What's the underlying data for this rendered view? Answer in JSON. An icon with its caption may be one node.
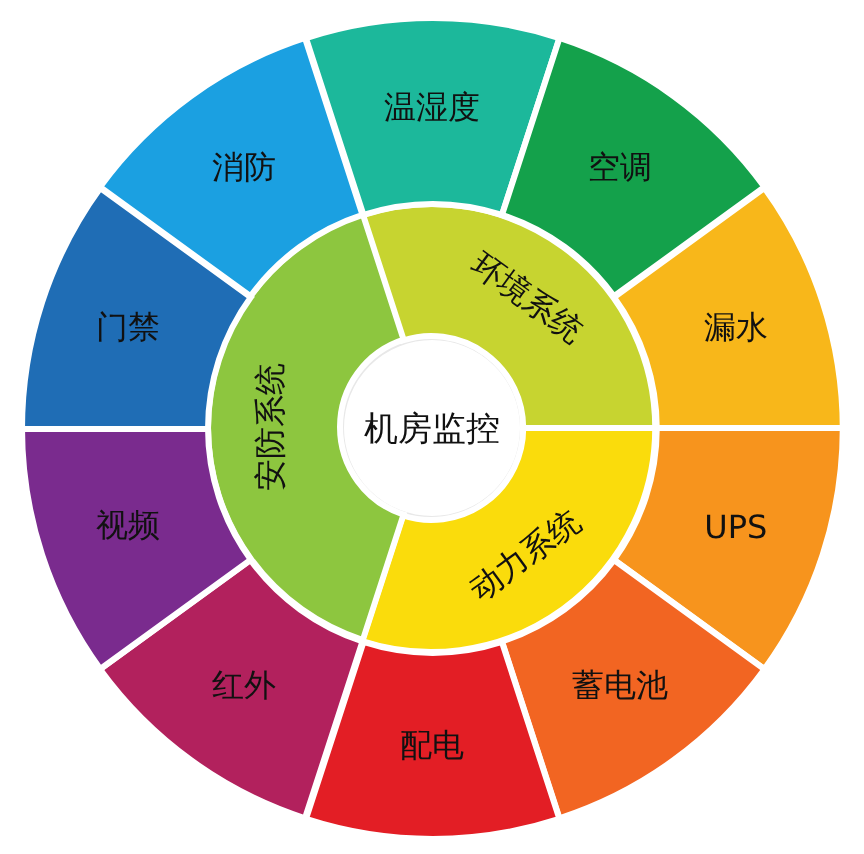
{
  "diagram": {
    "nodes": [
      {
        "text": [
          "机房监控"
        ]
      },
      {
        "text": [
          "环境系统"
        ]
      },
      {
        "text": [
          "动力系统"
        ]
      },
      {
        "text": [
          "安防系统"
        ]
      },
      {
        "text": [
          "温湿度"
        ]
      },
      {
        "text": [
          "空调"
        ]
      },
      {
        "text": [
          "漏水"
        ]
      },
      {
        "text": [
          "UPS"
        ]
      },
      {
        "text": [
          "蓄电池"
        ]
      },
      {
        "text": [
          "配电"
        ]
      },
      {
        "text": [
          "红外"
        ]
      },
      {
        "text": [
          "视频"
        ]
      },
      {
        "text": [
          "门禁"
        ]
      },
      {
        "text": [
          "消防"
        ]
      }
    ]
  }
}
